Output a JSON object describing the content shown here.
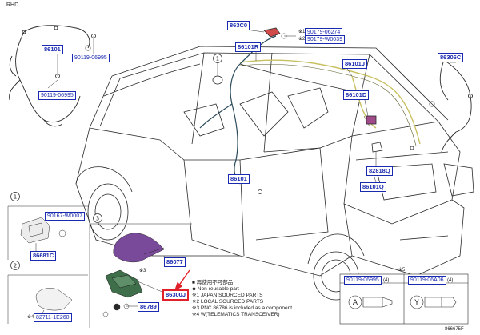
{
  "corner_label": "RHD",
  "callouts": [
    "1",
    "2",
    "3",
    "5"
  ],
  "part_numbers": {
    "p86101_a": "86101",
    "p90119_06995_a": "90119-06995",
    "p90119_06995_b": "90119-06995",
    "p863c0": "863C0",
    "p90179_06274": "90179-06274",
    "p90179_w0039": "90179-W0039",
    "p86101r": "86101R",
    "p86101j": "86101J",
    "p86101d": "86101D",
    "p86306c": "86306C",
    "p86101_b": "86101",
    "p82818q": "82818Q",
    "p86101q": "86101Q",
    "p90167_w0007": "90167-W0007",
    "p86681c": "86681C",
    "p82711_1e260": "82711-1E260",
    "p86077": "86077",
    "p86300j": "86300J",
    "p86789": "86789",
    "legend_pn1": "90119-06995",
    "legend_pn2": "90119-06A06"
  },
  "marks": {
    "x1": "※1",
    "x2": "※2",
    "x3": "※3",
    "x4": "※4",
    "x5": "※5",
    "leg_q1": "(4)",
    "leg_q2": "(4)"
  },
  "notes": [
    "■ 再使用不可部品",
    "◆ Non-reusable part",
    "※1 JAPAN SOURCED PARTS",
    "※2 LOCAL SOURCED PARTS",
    "※3 PNC 86786 is included as a component",
    "※4 W(TELEMATICS TRANSCEIVER)"
  ],
  "figure_id": "866675F",
  "colors": {
    "label_blue": "#1a2ab0",
    "highlight_red": "#e0202a",
    "antenna_purple": "#7a4a9a",
    "base_green": "#3f6f4a",
    "harness_yellow": "#c8c060",
    "line_dark": "#2a2a2a"
  }
}
